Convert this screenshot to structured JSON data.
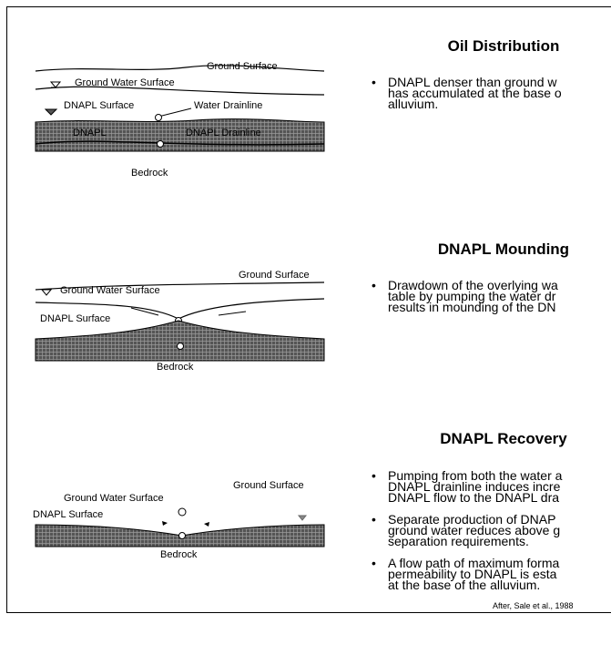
{
  "panels": [
    {
      "title": "Oil Distribution",
      "bullets": [
        "DNAPL denser than ground w\nhas accumulated at the base o\nalluvium."
      ],
      "labels": {
        "ground_surface": "Ground Surface",
        "gw_surface": "Ground Water Surface",
        "dnapl_surface": "DNAPL Surface",
        "water_drainline": "Water Drainline",
        "dnapl": "DNAPL",
        "dnapl_drainline": "DNAPL Drainline",
        "bedrock": "Bedrock"
      }
    },
    {
      "title": "DNAPL Mounding",
      "bullets": [
        "Drawdown of the overlying wa\ntable by pumping the water dr\nresults in mounding of the DN"
      ],
      "labels": {
        "ground_surface": "Ground Surface",
        "gw_surface": "Ground Water Surface",
        "dnapl_surface": "DNAPL Surface",
        "bedrock": "Bedrock"
      }
    },
    {
      "title": "DNAPL Recovery",
      "bullets": [
        "Pumping from both the water a\nDNAPL drainline induces incre\nDNAPL flow to the DNAPL dra",
        "Separate production of DNAP\nground water reduces above g\nseparation requirements.",
        "A flow path of maximum forma\npermeability to DNAPL is esta\nat the base of the alluvium."
      ],
      "labels": {
        "ground_surface": "Ground Surface",
        "gw_surface": "Ground Water Surface",
        "dnapl_surface": "DNAPL Surface",
        "bedrock": "Bedrock"
      }
    }
  ],
  "bullet_symbol": "•",
  "citation": "After, Sale et al., 1988",
  "colors": {
    "dnapl_fill": "#555555",
    "hatch": "#b0b0b0",
    "line": "#000000"
  }
}
